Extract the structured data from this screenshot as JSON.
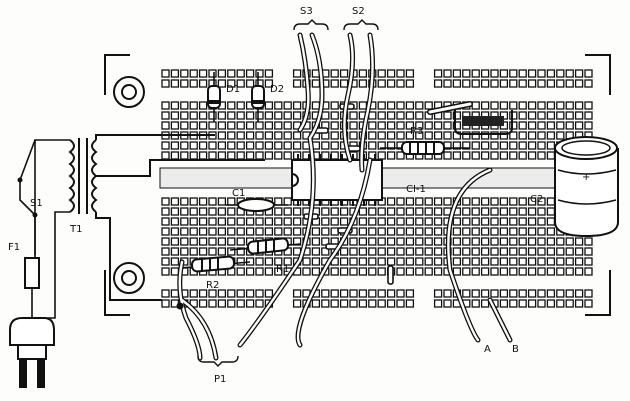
{
  "labels": {
    "s3": "S3",
    "s2": "S2",
    "d1": "D1",
    "d2": "D2",
    "r3": "R3",
    "c1": "C1",
    "ci1": "CI-1",
    "c2": "C2",
    "c2_plus": "+",
    "s1": "S1",
    "t1": "T1",
    "f1": "F1",
    "r1": "R1",
    "r2": "R2",
    "p1": "P1",
    "a": "A",
    "b": "B"
  },
  "colors": {
    "ink": "#111111",
    "paper": "#fdfdfb",
    "strip": "#e6e6e6"
  }
}
